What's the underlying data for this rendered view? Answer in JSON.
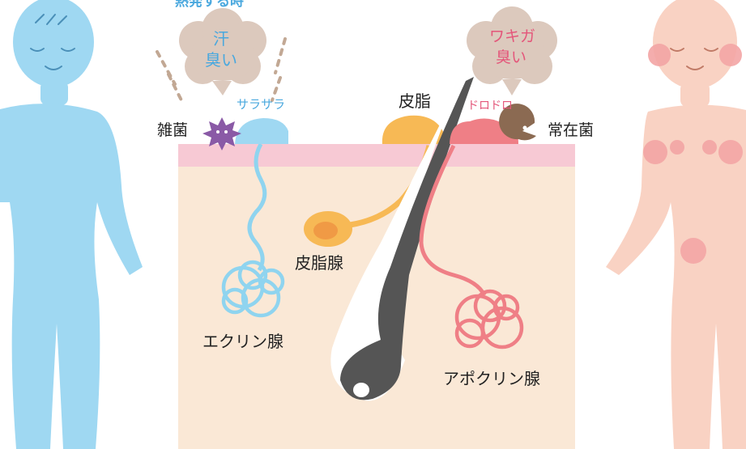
{
  "header_partial": "熱発する時",
  "bubble_left": {
    "line1": "汗",
    "line2": "臭い"
  },
  "bubble_right": {
    "line1": "ワキガ",
    "line2": "臭い"
  },
  "labels": {
    "bacteria_misc": "雑菌",
    "sweat_smooth": "サラサラ",
    "sebum": "皮脂",
    "sticky": "ドロドロ",
    "resident_bacteria": "常在菌",
    "sebaceous_gland": "皮脂腺",
    "eccrine_gland": "エクリン腺",
    "apocrine_gland": "アポクリン腺"
  },
  "colors": {
    "blue_figure": "#9fd8f2",
    "pink_figure": "#f9d2c3",
    "pink_hotspot": "#f3a5a5",
    "skin_surface": "#f7c9d4",
    "dermis": "#fae8d6",
    "bubble": "#dcc9bd",
    "sebum": "#f7b955",
    "apocrine_line": "#ef7f86",
    "eccrine_line": "#8fd4ef",
    "hair": "#555555",
    "bacteria": "#8a5aa6",
    "resident": "#8b6a52"
  }
}
